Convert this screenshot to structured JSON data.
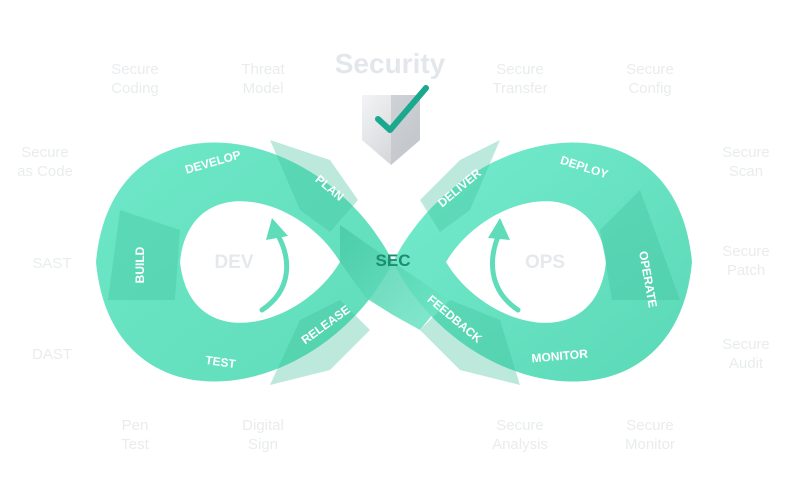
{
  "title": "Security",
  "center_label": "SEC",
  "loop_labels": {
    "left": "DEV",
    "right": "OPS"
  },
  "stages": {
    "develop": "DEVELOP",
    "plan": "PLAN",
    "build": "BUILD",
    "test": "TEST",
    "release": "RELEASE",
    "deliver": "DELIVER",
    "deploy": "DEPLOY",
    "operate": "OPERATE",
    "monitor": "MONITOR",
    "feedback": "FEEDBACK"
  },
  "practices": {
    "secure_coding": "Secure\nCoding",
    "threat_model": "Threat\nModel",
    "secure_transfer": "Secure\nTransfer",
    "secure_config": "Secure\nConfig",
    "secure_as_code": "Secure\nas Code",
    "secure_scan": "Secure\nScan",
    "sast": "SAST",
    "secure_patch": "Secure\nPatch",
    "dast": "DAST",
    "secure_audit": "Secure\nAudit",
    "pen_test": "Pen\nTest",
    "digital_sign": "Digital\nSign",
    "secure_analysis": "Secure\nAnalysis",
    "secure_monitor": "Secure\nMonitor"
  },
  "icons": {
    "shield": "shield-check-icon"
  },
  "colors": {
    "band": "#6ee8c8",
    "band_dark": "#4ccfac",
    "text": "#ffffff",
    "center_text": "#1e8c6e",
    "faint": "#e9ecee"
  }
}
